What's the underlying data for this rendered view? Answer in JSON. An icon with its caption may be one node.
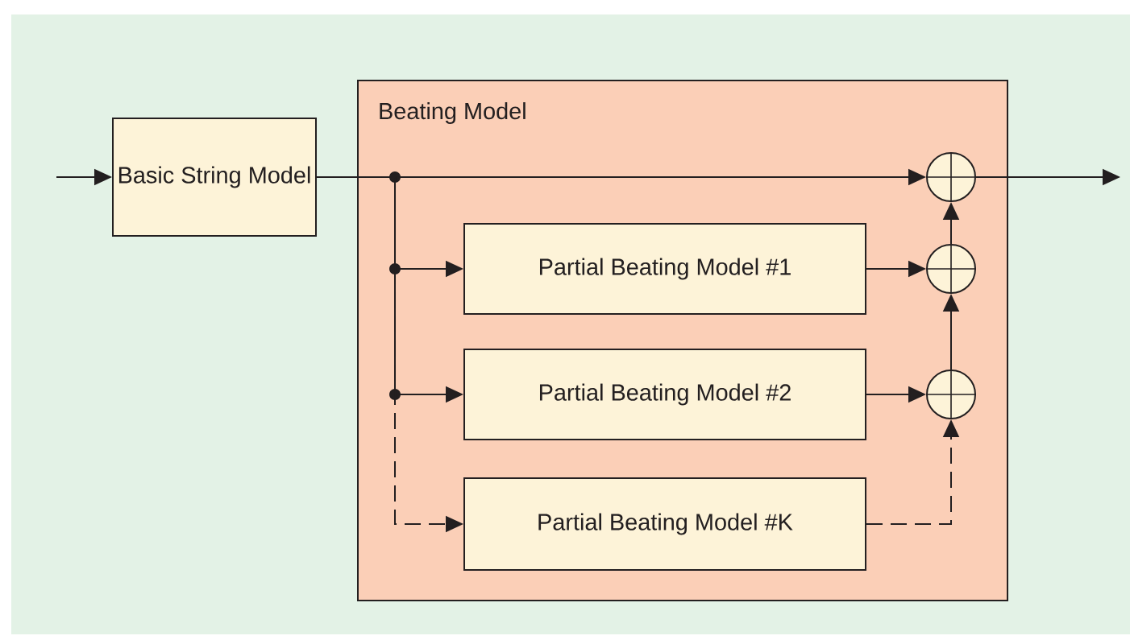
{
  "diagram": {
    "nodes": [
      {
        "text": [
          "Basic String Model"
        ]
      },
      {
        "text": [
          "Beating Model"
        ]
      },
      {
        "text": [
          "Partial Beating Model #1"
        ],
        "in": 1
      },
      {
        "text": [
          "Partial Beating Model #2"
        ],
        "in": 1
      },
      {
        "text": [
          "Partial Beating Model #K"
        ],
        "in": 1
      },
      {
        "text": [],
        "shape": "circle",
        "in": 1
      },
      {
        "text": [],
        "shape": "circle",
        "in": 1
      },
      {
        "text": [],
        "shape": "circle",
        "in": 1
      }
    ],
    "edges": [
      {
        "from": null,
        "to": 0,
        "arrow": "to"
      },
      {
        "from": 0,
        "to": 5,
        "arrow": "to"
      },
      {
        "from": 0,
        "to": 2,
        "arrow": "to"
      },
      {
        "from": 0,
        "to": 3,
        "arrow": "to"
      },
      {
        "from": 0,
        "to": 4,
        "arrow": "to",
        "style": "dashed"
      },
      {
        "from": 2,
        "to": 6,
        "arrow": "to"
      },
      {
        "from": 3,
        "to": 7,
        "arrow": "to"
      },
      {
        "from": 4,
        "to": 7,
        "arrow": "to",
        "style": "dashed"
      },
      {
        "from": 7,
        "to": 6,
        "arrow": "to"
      },
      {
        "from": 6,
        "to": 5,
        "arrow": "to"
      },
      {
        "from": 5,
        "to": null,
        "arrow": "to"
      }
    ]
  }
}
